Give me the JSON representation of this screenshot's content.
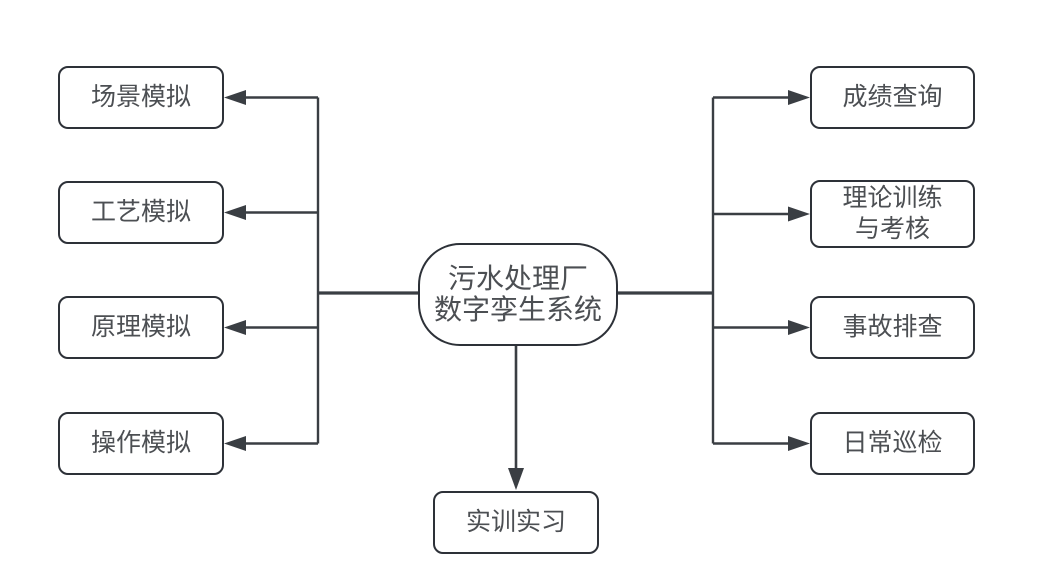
{
  "diagram": {
    "center_node": {
      "label": "污水处理厂\n数字孪生系统"
    },
    "left_nodes": [
      {
        "label": "场景模拟"
      },
      {
        "label": "工艺模拟"
      },
      {
        "label": "原理模拟"
      },
      {
        "label": "操作模拟"
      }
    ],
    "right_nodes": [
      {
        "label": "成绩查询"
      },
      {
        "label": "理论训练\n与考核"
      },
      {
        "label": "事故排查"
      },
      {
        "label": "日常巡检"
      }
    ],
    "bottom_node": {
      "label": "实训实习"
    },
    "colors": {
      "background": "#ffffff",
      "connector_line": "#3a3e43",
      "node_border": "#2d3138",
      "node_fill": "#ffffff",
      "text": "#4c4f53"
    }
  }
}
